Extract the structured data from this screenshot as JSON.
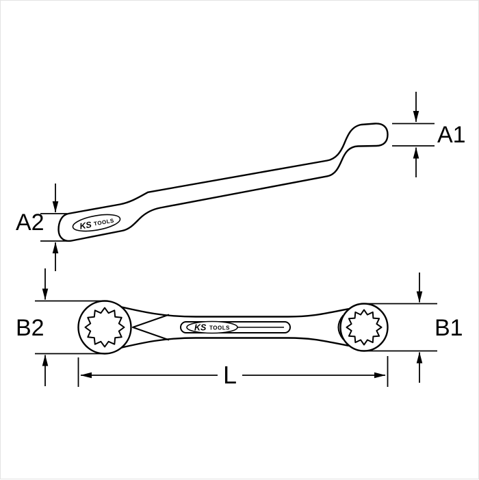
{
  "drawing": {
    "labels": {
      "a1": "A1",
      "a2": "A2",
      "b2": "B2",
      "b1": "B1",
      "length": "L"
    },
    "brand": {
      "ks": "KS",
      "tools": "TOOLS"
    },
    "colors": {
      "line": "#000000",
      "background": "#ffffff",
      "border": "#e3e3e3"
    }
  }
}
